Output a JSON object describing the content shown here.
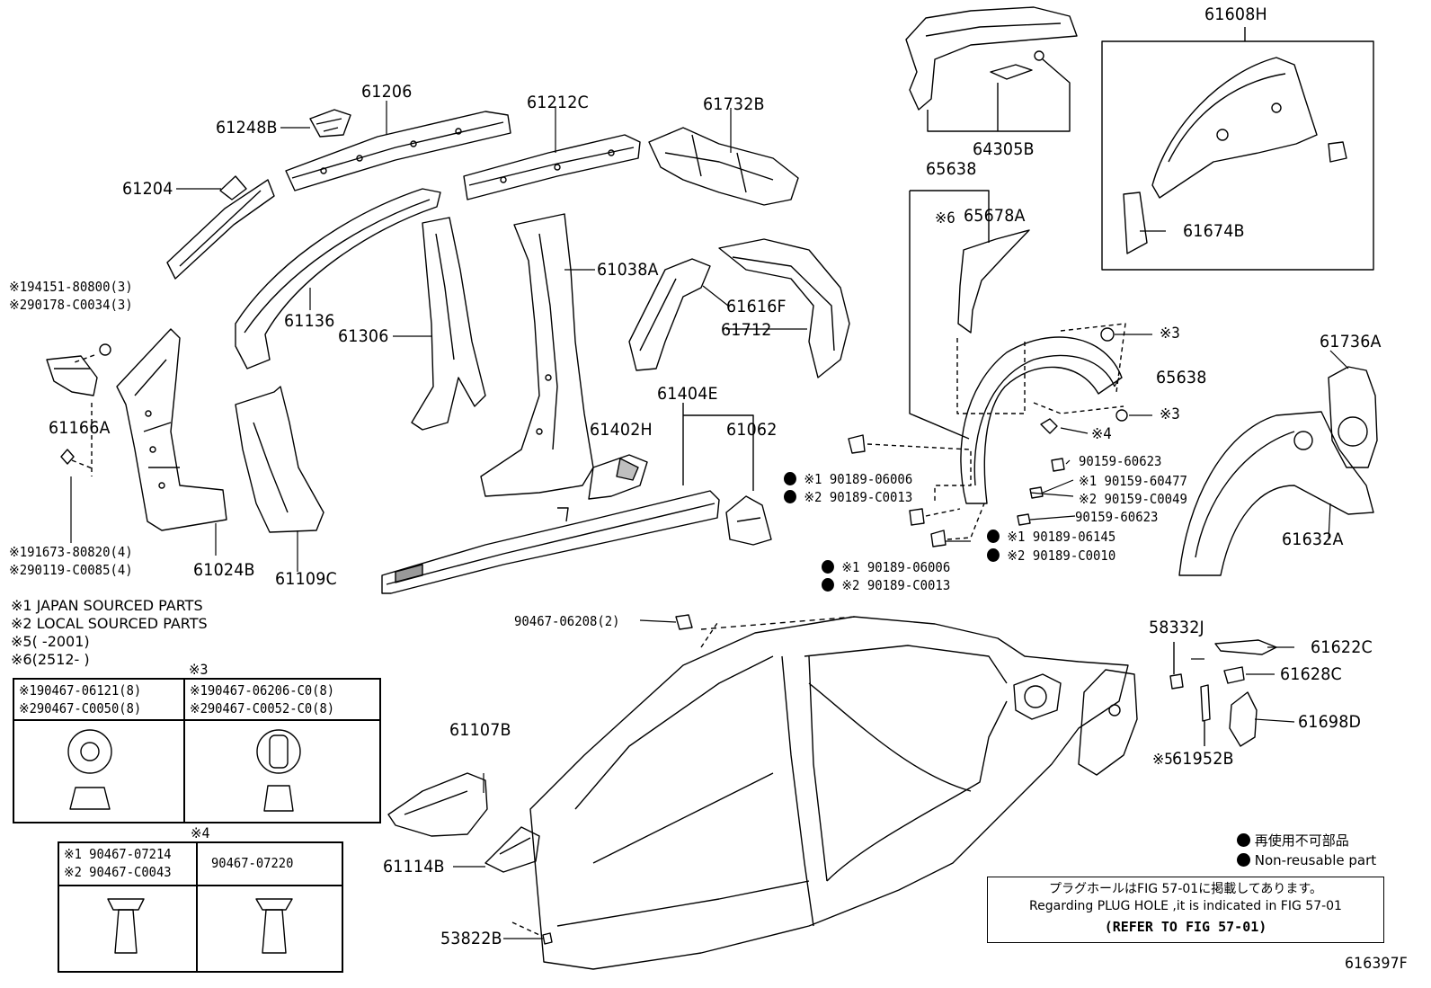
{
  "figure_id": "616397F",
  "notes": {
    "n1": "※1 JAPAN SOURCED PARTS",
    "n2": "※2 LOCAL SOURCED PARTS",
    "n5": "※5(     -2001)",
    "n6": "※6(2512-     )"
  },
  "parts": {
    "p61206": "61206",
    "p61248B": "61248B",
    "p61212C": "61212C",
    "p61732B": "61732B",
    "p61204": "61204",
    "p61136": "61136",
    "p61306": "61306",
    "p61038A": "61038A",
    "p61616F": "61616F",
    "p61712": "61712",
    "p61166A": "61166A",
    "p61024B": "61024B",
    "p61109C": "61109C",
    "p61404E": "61404E",
    "p61402H": "61402H",
    "p61062": "61062",
    "p64305B": "64305B",
    "p65638a": "65638",
    "p65678A": "65678A",
    "p65638b": "65638",
    "p61608H": "61608H",
    "p61674B": "61674B",
    "p61736A": "61736A",
    "p61632A": "61632A",
    "p58332J": "58332J",
    "p61622C": "61622C",
    "p61628C": "61628C",
    "p61698D": "61698D",
    "p61952B": "61952B",
    "p61107B": "61107B",
    "p61114B": "61114B",
    "p53822B": "53822B"
  },
  "callouts": {
    "c1": "※194151-80800(3)",
    "c2": "※290178-C0034(3)",
    "c3": "※191673-80820(4)",
    "c4": "※290119-C0085(4)",
    "c5": "※1 90189-06006",
    "c6": "※2 90189-C0013",
    "c7": "※1 90189-06145",
    "c8": "※2 90189-C0010",
    "c9": "※1 90189-06006",
    "c10": "※2 90189-C0013",
    "c11": "90159-60623",
    "c12": "※1 90159-60477",
    "c13": "※2 90159-C0049",
    "c14": "90159-60623",
    "c15": "※3",
    "c16": "※3",
    "c17": "※4",
    "c18": "※6",
    "c19": "※5",
    "c20": "90467-06208(2)"
  },
  "table3": {
    "title": "※3",
    "left_l1": "※190467-06121(8)",
    "left_l2": "※290467-C0050(8)",
    "right_l1": "※190467-06206-C0(8)",
    "right_l2": "※290467-C0052-C0(8)"
  },
  "table4": {
    "title": "※4",
    "left_l1": "※1 90467-07214",
    "left_l2": "※2 90467-C0043",
    "right_l1": "90467-07220"
  },
  "legend": {
    "jp": "再使用不可部品",
    "en": "Non-reusable part"
  },
  "refbox": {
    "jp": "プラグホールはFIG 57-01に掲載してあります。",
    "en": "Regarding PLUG HOLE ,it is indicated in FIG 57-01",
    "ref": "(REFER TO FIG 57-01)"
  }
}
